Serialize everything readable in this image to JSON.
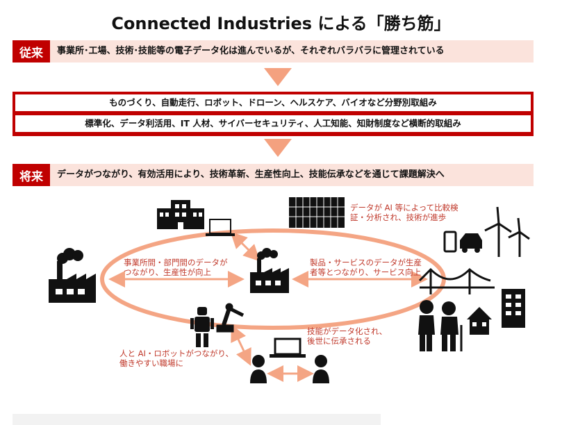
{
  "title": "Connected Industries による「勝ち筋」",
  "past": {
    "tag": "従来",
    "text": "事業所･工場、技術･技能等の電子データ化は進んでいるが、それぞれバラバラに管理されている"
  },
  "initiatives": [
    "ものづくり、自動走行、ロボット、ドローン、ヘルスケア、バイオなど分野別取組み",
    "標準化、データ利活用、IT 人材、サイバーセキュリティ、人工知能、知財制度など横断的取組み"
  ],
  "future": {
    "tag": "将来",
    "text": "データがつながり、有効活用により、技術革新、生産性向上、技能伝承などを通じて課題解決へ"
  },
  "annotations": {
    "ai": [
      "データが AI 等によって比較検",
      "証・分析され、技術が進歩"
    ],
    "departments": [
      "事業所間・部門間のデータが",
      "つながり、生産性が向上"
    ],
    "products": [
      "製品・サービスのデータが生産",
      "者等とつながり、サービス向上"
    ],
    "skills": [
      "技能がデータ化され、",
      "後世に伝承される"
    ],
    "robots": [
      "人と AI・ロボットがつながり、",
      "働きやすい職場に"
    ]
  },
  "colors": {
    "accent": "#c00000",
    "band": "#fbe3dc",
    "arrow": "#f4a17f",
    "ellipse": "#f4a584",
    "annotation": "#c0392b"
  },
  "icons": [
    "office-building-icon",
    "laptop-icon",
    "server-rack-icon",
    "factory-icon",
    "factory-center-icon",
    "smartphone-icon",
    "car-icon",
    "wind-turbine-icon",
    "bridge-icon",
    "building-icon",
    "elderly-couple-icon",
    "house-icon",
    "humanoid-robot-icon",
    "robot-arm-icon",
    "person-icon"
  ]
}
